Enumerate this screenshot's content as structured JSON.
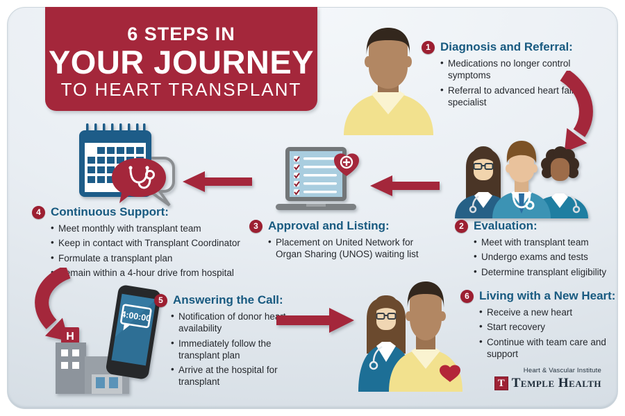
{
  "title": {
    "line1": "6 STEPS IN",
    "line2": "YOUR JOURNEY",
    "line3": "TO HEART TRANSPLANT"
  },
  "steps": [
    {
      "number": "1",
      "heading": "Diagnosis and Referral:",
      "bullets": [
        "Medications no longer control symptoms",
        "Referral to advanced heart failure specialist"
      ]
    },
    {
      "number": "2",
      "heading": "Evaluation:",
      "bullets": [
        "Meet with transplant team",
        "Undergo exams and tests",
        "Determine transplant eligibility"
      ]
    },
    {
      "number": "3",
      "heading": "Approval and Listing:",
      "bullets": [
        "Placement on United Network for Organ Sharing (UNOS) waiting list"
      ]
    },
    {
      "number": "4",
      "heading": "Continuous Support:",
      "bullets": [
        "Meet monthly with transplant team",
        "Keep in contact with Transplant Coordinator",
        "Formulate a transplant plan",
        "Remain within a 4-hour drive from hospital"
      ]
    },
    {
      "number": "5",
      "heading": "Answering the Call:",
      "bullets": [
        "Notification of donor heart availability",
        "Immediately follow the transplant plan",
        "Arrive at the hospital for transplant"
      ]
    },
    {
      "number": "6",
      "heading": "Living with a New Heart:",
      "bullets": [
        "Receive a new heart",
        "Start recovery",
        "Continue with team care and support"
      ]
    }
  ],
  "illustrations": {
    "phone_time": "4:00:00",
    "hospital_sign": "H"
  },
  "logo": {
    "tagline": "Heart & Vascular Institute",
    "name": "Temple Health",
    "mark": "T"
  },
  "icons": {
    "patient": "patient-figure-icon",
    "medical_team": "medical-team-icon",
    "laptop": "laptop-checklist-icon",
    "heart_plus": "heart-plus-icon",
    "calendar": "calendar-stethoscope-icon",
    "phone": "phone-countdown-icon",
    "hospital": "hospital-building-icon",
    "couple": "patient-with-doctor-icon",
    "arrow": "flow-arrow-icon"
  },
  "colors": {
    "accent_red": "#a4273b",
    "badge_red": "#9c1f31",
    "heading_blue": "#185a80",
    "text": "#26292e",
    "card_bg": "#e9eef3",
    "doctor_blue": "#3c93b4",
    "sweater_yellow": "#f2e18e"
  }
}
